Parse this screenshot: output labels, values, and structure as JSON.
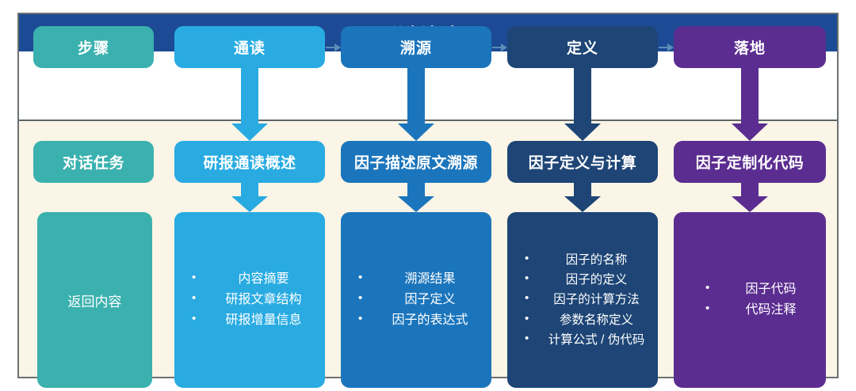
{
  "diagram": {
    "title": "分析框架",
    "columns": [
      {
        "step_label": "步骤",
        "task_label": "对话任务",
        "content_label": "返回内容",
        "color": "#3ab1ae",
        "bullets": []
      },
      {
        "step_label": "通读",
        "task_label": "研报通读概述",
        "color": "#29abe2",
        "bullets": [
          "内容摘要",
          "研报文章结构",
          "研报增量信息"
        ]
      },
      {
        "step_label": "溯源",
        "task_label": "因子描述原文溯源",
        "color": "#1b75bc",
        "bullets": [
          "溯源结果",
          "因子定义",
          "因子的表达式"
        ]
      },
      {
        "step_label": "定义",
        "task_label": "因子定义与计算",
        "color": "#1e4576",
        "bullets": [
          "因子的名称",
          "因子的定义",
          "因子的计算方法",
          "参数名称定义",
          "计算公式 / 伪代码"
        ]
      },
      {
        "step_label": "落地",
        "task_label": "因子定制化代码",
        "color": "#5b2d90",
        "bullets": [
          "因子代码",
          "代码注释"
        ]
      }
    ],
    "colors": {
      "title_bar": "#1c4a95",
      "background": "#faf5e6",
      "border": "#6b7272",
      "step_band": "#ffffff",
      "connector_arrow": "#5b8fb8"
    }
  }
}
